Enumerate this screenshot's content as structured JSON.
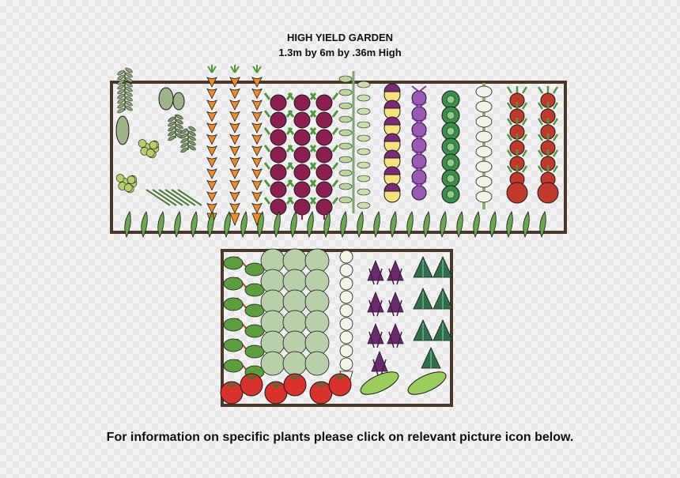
{
  "header": {
    "title": "HIGH YIELD GARDEN",
    "subtitle": "1.3m by 6m by .36m High"
  },
  "footer": {
    "instruction": "For information on specific plants please click on relevant picture icon below."
  },
  "colors": {
    "bed_border": "#4a3728",
    "leaf_green": "#4e9a3a",
    "carrot_orange": "#f08a24",
    "beet_purple": "#8c1f4f",
    "turnip_purple": "#7b2a7a",
    "kohlrabi_purple": "#9b59b6",
    "cabbage_green": "#3c8f4a",
    "radish_red": "#c0392b",
    "tomato_red": "#d9312b",
    "zucchini_green": "#9acd5c",
    "pea_green": "#6aa84f"
  },
  "icons": {
    "top_bed": [
      "rosemary-icon",
      "sage-icon",
      "parsley-icon",
      "thyme-icon",
      "chives-icon",
      "carrot-icon",
      "beetroot-icon",
      "celery-icon",
      "turnip-icon",
      "kohlrabi-icon",
      "cabbage-icon",
      "leek-icon",
      "radish-icon",
      "pea-pod-icon"
    ],
    "bottom_bed": [
      "silverbeet-icon",
      "lettuce-icon",
      "parsnip-icon",
      "red-lettuce-icon",
      "kale-icon",
      "tomato-icon",
      "zucchini-icon"
    ]
  }
}
